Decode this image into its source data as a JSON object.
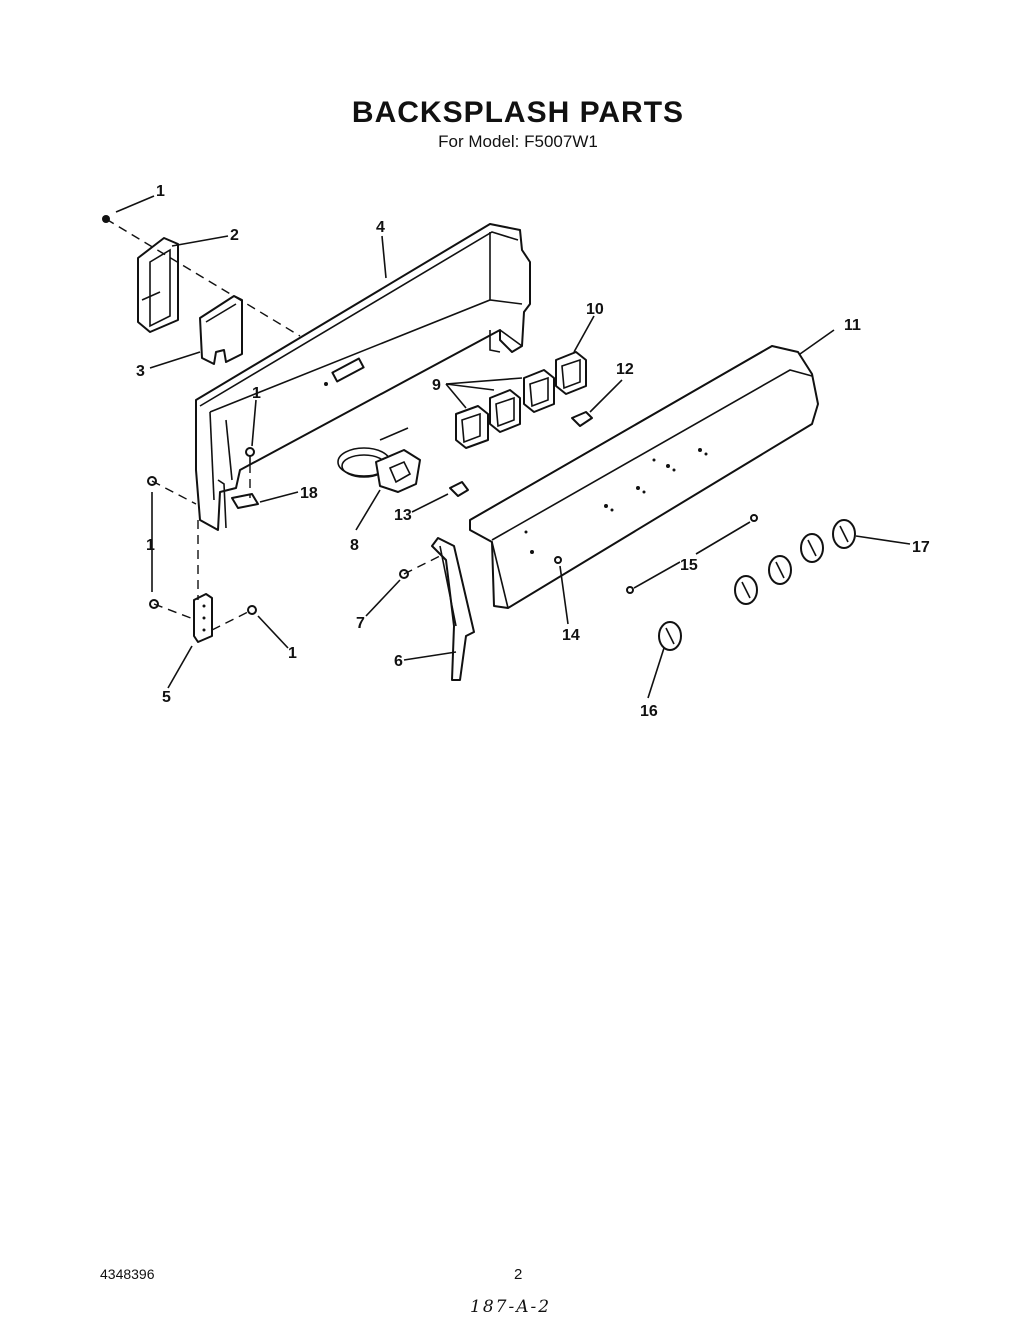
{
  "header": {
    "title": "BACKSPLASH PARTS",
    "subtitle": "For Model: F5007W1"
  },
  "footer": {
    "doc_number": "4348396",
    "page_number": "2",
    "handwritten_note": "187-A-2"
  },
  "callouts": {
    "c1a": "1",
    "c2": "2",
    "c3": "3",
    "c4": "4",
    "c1b": "1",
    "c18": "18",
    "c1c": "1",
    "c1d": "1",
    "c5": "5",
    "c9": "9",
    "c10": "10",
    "c12": "12",
    "c8": "8",
    "c13": "13",
    "c11": "11",
    "c7": "7",
    "c6": "6",
    "c14": "14",
    "c15": "15",
    "c17": "17",
    "c16": "16"
  }
}
